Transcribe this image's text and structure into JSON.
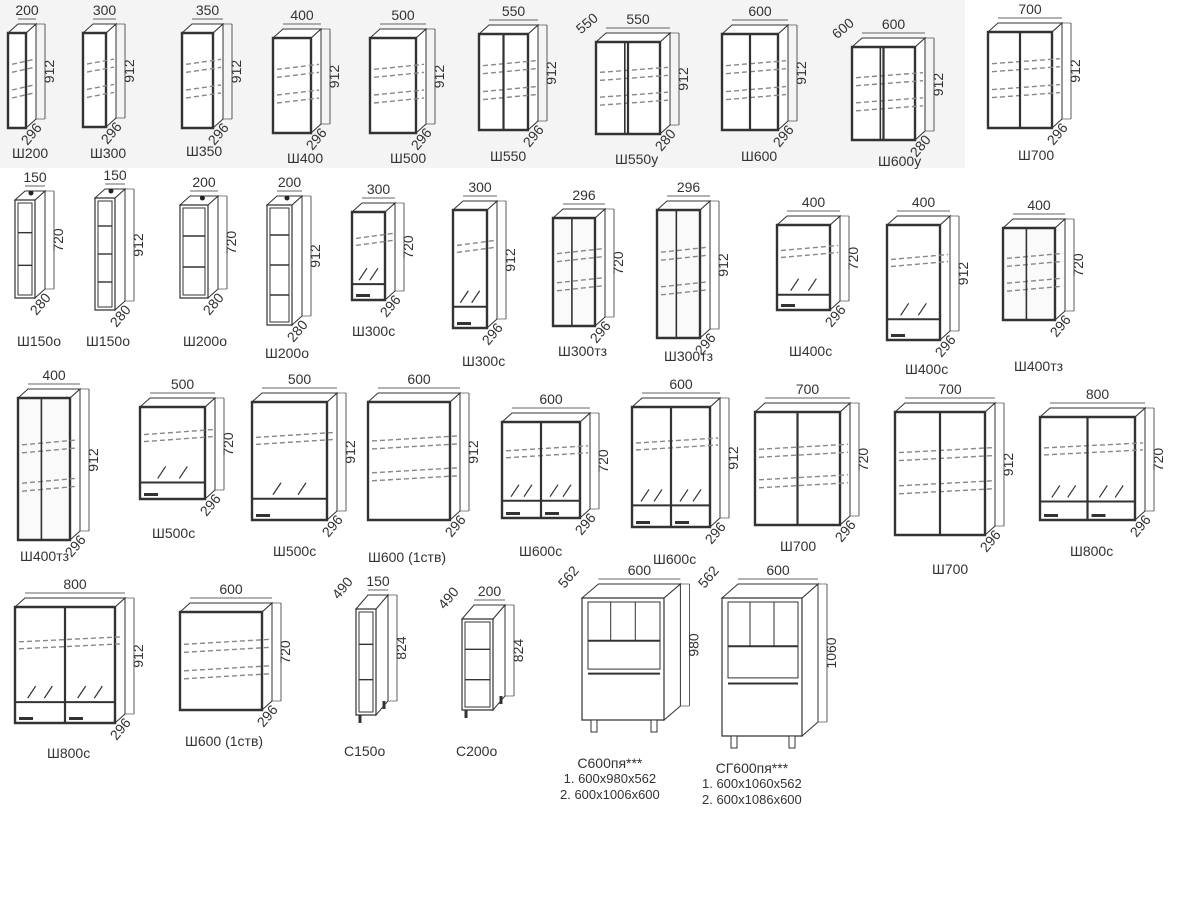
{
  "cabinets": [
    {
      "name": "Ш200",
      "w": "200",
      "h": "912",
      "d": "296",
      "type": "shelves",
      "doors": 1
    },
    {
      "name": "Ш300",
      "w": "300",
      "h": "912",
      "d": "296",
      "type": "shelves",
      "doors": 1
    },
    {
      "name": "Ш350",
      "w": "350",
      "h": "912",
      "d": "296",
      "type": "shelves",
      "doors": 1
    },
    {
      "name": "Ш400",
      "w": "400",
      "h": "912",
      "d": "296",
      "type": "shelves",
      "doors": 1
    },
    {
      "name": "Ш500",
      "w": "500",
      "h": "912",
      "d": "296",
      "type": "shelves",
      "doors": 1
    },
    {
      "name": "Ш550",
      "w": "550",
      "h": "912",
      "d": "296",
      "type": "shelves",
      "doors": 2
    },
    {
      "name": "Ш550у",
      "w": "550",
      "w2": "550",
      "h": "912",
      "d": "280",
      "type": "corner",
      "doors": 2
    },
    {
      "name": "Ш600",
      "w": "600",
      "h": "912",
      "d": "296",
      "type": "shelves",
      "doors": 2
    },
    {
      "name": "Ш600у",
      "w": "600",
      "w2": "600",
      "h": "912",
      "d": "280",
      "type": "corner",
      "doors": 2
    },
    {
      "name": "Ш700",
      "w": "700",
      "h": "912",
      "d": "296",
      "type": "shelves",
      "doors": 2
    },
    {
      "name": "Ш150о",
      "w": "150",
      "h": "720",
      "d": "280",
      "type": "open",
      "doors": 0
    },
    {
      "name": "Ш150о",
      "w": "150",
      "h": "912",
      "d": "280",
      "type": "open",
      "doors": 0
    },
    {
      "name": "Ш200о",
      "w": "200",
      "h": "720",
      "d": "280",
      "type": "open",
      "doors": 0
    },
    {
      "name": "Ш200о",
      "w": "200",
      "h": "912",
      "d": "280",
      "type": "open",
      "doors": 0
    },
    {
      "name": "Ш300с",
      "w": "300",
      "h": "720",
      "d": "296",
      "type": "glass",
      "doors": 1
    },
    {
      "name": "Ш300с",
      "w": "300",
      "h": "912",
      "d": "296",
      "type": "glass",
      "doors": 1
    },
    {
      "name": "Ш300тз",
      "w": "296",
      "h": "720",
      "d": "296",
      "type": "endcorner",
      "doors": 1
    },
    {
      "name": "Ш300тз",
      "w": "296",
      "h": "912",
      "d": "296",
      "type": "endcorner",
      "doors": 1
    },
    {
      "name": "Ш400с",
      "w": "400",
      "h": "720",
      "d": "296",
      "type": "glass",
      "doors": 1
    },
    {
      "name": "Ш400с",
      "w": "400",
      "h": "912",
      "d": "296",
      "type": "glass",
      "doors": 1
    },
    {
      "name": "Ш400тз",
      "w": "400",
      "h": "720",
      "d": "296",
      "type": "endcorner",
      "doors": 1
    },
    {
      "name": "Ш400тз",
      "w": "400",
      "h": "912",
      "d": "296",
      "type": "endcorner",
      "doors": 1
    },
    {
      "name": "Ш500с",
      "w": "500",
      "h": "720",
      "d": "296",
      "type": "glass",
      "doors": 1
    },
    {
      "name": "Ш500с",
      "w": "500",
      "h": "912",
      "d": "296",
      "type": "glass",
      "doors": 1
    },
    {
      "name": "Ш600 (1ств)",
      "w": "600",
      "h": "912",
      "d": "296",
      "type": "shelves",
      "doors": 1
    },
    {
      "name": "Ш600с",
      "w": "600",
      "h": "720",
      "d": "296",
      "type": "glass",
      "doors": 2
    },
    {
      "name": "Ш600с",
      "w": "600",
      "h": "912",
      "d": "296",
      "type": "glass",
      "doors": 2
    },
    {
      "name": "Ш700",
      "w": "700",
      "h": "720",
      "d": "296",
      "type": "shelves",
      "doors": 2
    },
    {
      "name": "Ш700",
      "w": "700",
      "h": "912",
      "d": "296",
      "type": "shelves",
      "doors": 2
    },
    {
      "name": "Ш800с",
      "w": "800",
      "h": "720",
      "d": "296",
      "type": "glass",
      "doors": 2
    },
    {
      "name": "Ш800с",
      "w": "800",
      "h": "912",
      "d": "296",
      "type": "glass",
      "doors": 2
    },
    {
      "name": "Ш600 (1ств)",
      "w": "600",
      "h": "720",
      "d": "296",
      "type": "shelves",
      "doors": 1
    },
    {
      "name": "С150о",
      "w": "150",
      "h": "824",
      "d": "490",
      "type": "baseopen",
      "doors": 0
    },
    {
      "name": "С200о",
      "w": "200",
      "h": "824",
      "d": "490",
      "type": "baseopen",
      "doors": 0
    },
    {
      "name": "С600пя***",
      "w": "600",
      "h": "980",
      "d": "562",
      "type": "oven",
      "doors": 0,
      "specs": [
        "1. 600х980х562",
        "2. 600х1006х600"
      ]
    },
    {
      "name": "СГ600пя***",
      "w": "600",
      "h": "1060",
      "d": "562",
      "type": "oven",
      "doors": 0,
      "specs": [
        "1. 600х1060х562",
        "2. 600х1086х600"
      ]
    }
  ]
}
